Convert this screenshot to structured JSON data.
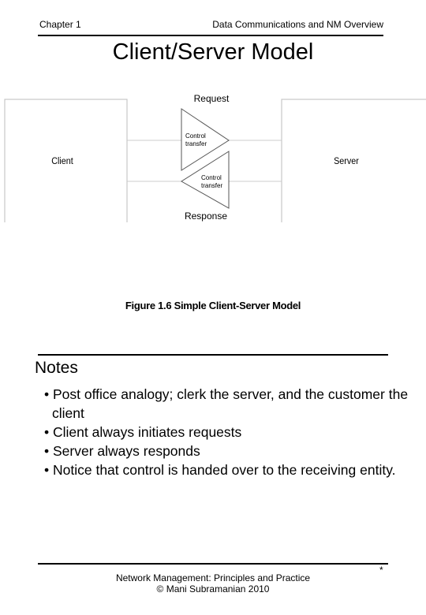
{
  "header": {
    "chapter": "Chapter 1",
    "section": "Data Communications and NM Overview"
  },
  "title": "Client/Server Model",
  "diagram": {
    "request_label": "Request",
    "response_label": "Response",
    "client_label": "Client",
    "server_label": "Server",
    "control_transfer_top": [
      "Control",
      "transfer"
    ],
    "control_transfer_bottom": [
      "Control",
      "transfer"
    ],
    "caption": "Figure 1.6 Simple Client-Server Model"
  },
  "notes": {
    "title": "Notes",
    "items": [
      "Post office analogy; clerk the server, and the customer the client",
      "Client always initiates requests",
      "Server always responds",
      "Notice that control is handed over to the receiving entity."
    ]
  },
  "footer": {
    "line1": "Network Management: Principles and Practice",
    "line2": "© Mani Subramanian 2010",
    "mark": "*"
  }
}
